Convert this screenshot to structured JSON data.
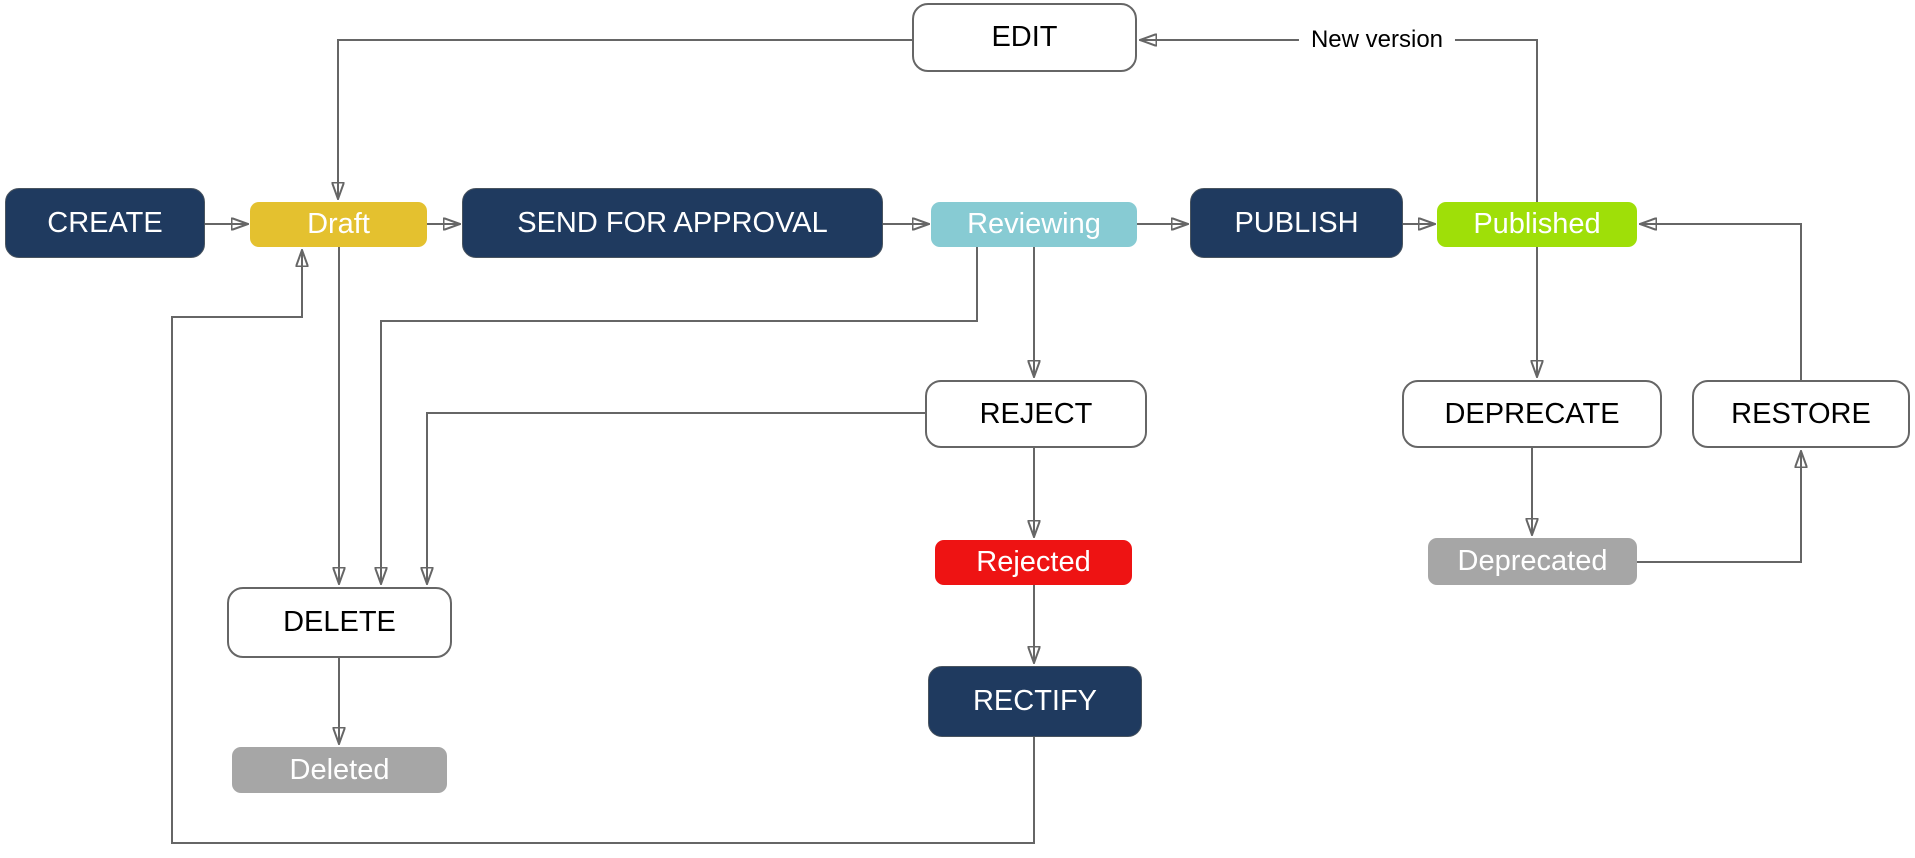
{
  "diagram": {
    "type": "flowchart",
    "background": "#ffffff",
    "colors": {
      "action_primary": "#1f3a5f",
      "action_secondary_bg": "#ffffff",
      "action_secondary_border": "#666666",
      "state_draft": "#e4c12f",
      "state_reviewing": "#87cbd3",
      "state_published": "#9fdf08",
      "state_rejected": "#ee1313",
      "state_deleted": "#a6a6a6",
      "state_deprecated": "#a6a6a6",
      "line": "#666666"
    },
    "nodes": {
      "create": {
        "label": "CREATE",
        "kind": "action-primary"
      },
      "draft": {
        "label": "Draft",
        "kind": "state"
      },
      "send_for_approval": {
        "label": "SEND FOR APPROVAL",
        "kind": "action-primary"
      },
      "reviewing": {
        "label": "Reviewing",
        "kind": "state"
      },
      "publish": {
        "label": "PUBLISH",
        "kind": "action-primary"
      },
      "published": {
        "label": "Published",
        "kind": "state"
      },
      "edit": {
        "label": "EDIT",
        "kind": "action-secondary"
      },
      "reject": {
        "label": "REJECT",
        "kind": "action-secondary"
      },
      "rejected": {
        "label": "Rejected",
        "kind": "state"
      },
      "rectify": {
        "label": "RECTIFY",
        "kind": "action-primary"
      },
      "delete": {
        "label": "DELETE",
        "kind": "action-secondary"
      },
      "deleted": {
        "label": "Deleted",
        "kind": "state"
      },
      "deprecate": {
        "label": "DEPRECATE",
        "kind": "action-secondary"
      },
      "deprecated": {
        "label": "Deprecated",
        "kind": "state"
      },
      "restore": {
        "label": "RESTORE",
        "kind": "action-secondary"
      }
    },
    "labels": {
      "new_version": "New version"
    },
    "edges": [
      {
        "from": "create",
        "to": "draft",
        "label": ""
      },
      {
        "from": "draft",
        "to": "send_for_approval",
        "label": ""
      },
      {
        "from": "send_for_approval",
        "to": "reviewing",
        "label": ""
      },
      {
        "from": "reviewing",
        "to": "publish",
        "label": ""
      },
      {
        "from": "publish",
        "to": "published",
        "label": ""
      },
      {
        "from": "published",
        "to": "edit",
        "label": "New version"
      },
      {
        "from": "edit",
        "to": "draft",
        "label": ""
      },
      {
        "from": "draft",
        "to": "delete",
        "label": ""
      },
      {
        "from": "reviewing",
        "to": "delete",
        "label": ""
      },
      {
        "from": "reviewing",
        "to": "reject",
        "label": ""
      },
      {
        "from": "reject",
        "to": "delete",
        "label": ""
      },
      {
        "from": "reject",
        "to": "rejected",
        "label": ""
      },
      {
        "from": "rejected",
        "to": "rectify",
        "label": ""
      },
      {
        "from": "rectify",
        "to": "draft",
        "label": ""
      },
      {
        "from": "delete",
        "to": "deleted",
        "label": ""
      },
      {
        "from": "published",
        "to": "deprecate",
        "label": ""
      },
      {
        "from": "deprecate",
        "to": "deprecated",
        "label": ""
      },
      {
        "from": "deprecated",
        "to": "restore",
        "label": ""
      },
      {
        "from": "restore",
        "to": "published",
        "label": ""
      }
    ]
  }
}
